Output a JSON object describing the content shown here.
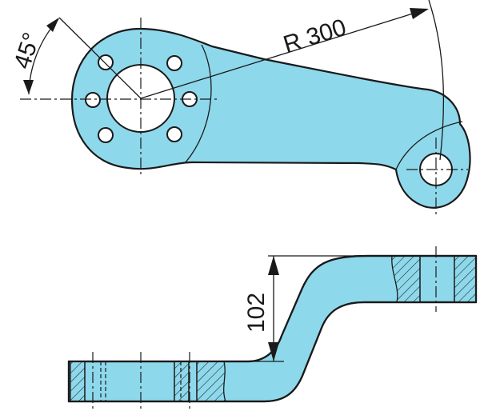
{
  "dimensions": {
    "angle_label": "45°",
    "radius_label": "R 300",
    "height_label": "102"
  },
  "colors": {
    "part_fill": "#8ed8ec",
    "outline": "#1a1a1a",
    "background": "#ffffff"
  }
}
